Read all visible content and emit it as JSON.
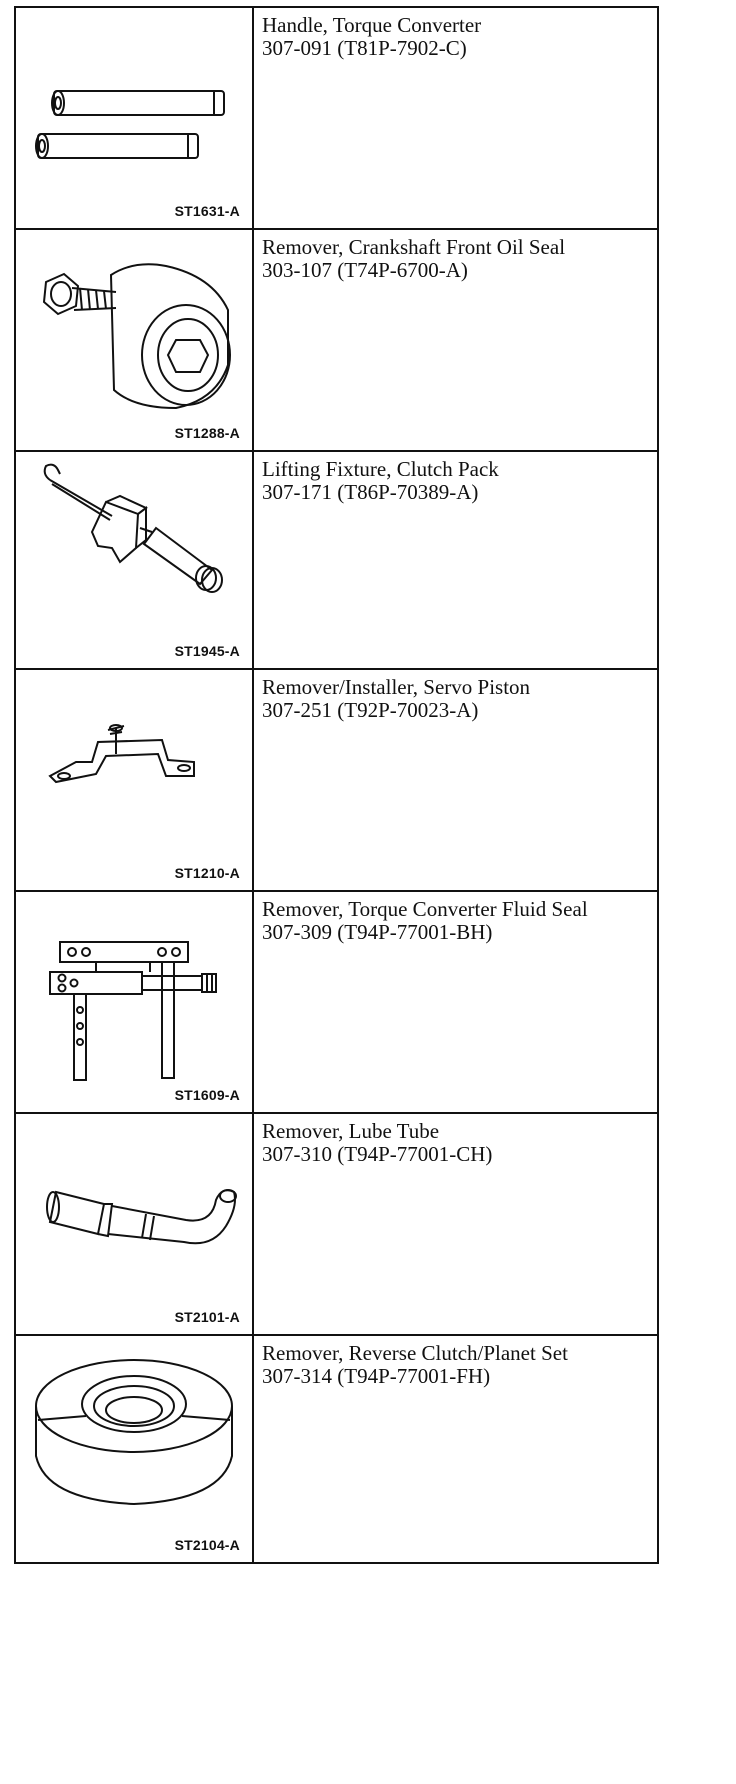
{
  "tools": [
    {
      "name": "Handle, Torque Converter",
      "number": "307-091 (T81P-7902-C)",
      "code": "ST1631-A",
      "icon": "torque-converter-handle-icon"
    },
    {
      "name": "Remover, Crankshaft Front Oil Seal",
      "number": "303-107 (T74P-6700-A)",
      "code": "ST1288-A",
      "icon": "oil-seal-remover-icon"
    },
    {
      "name": "Lifting Fixture, Clutch Pack",
      "number": "307-171 (T86P-70389-A)",
      "code": "ST1945-A",
      "icon": "clutch-pack-lifting-fixture-icon"
    },
    {
      "name": "Remover/Installer, Servo Piston",
      "number": "307-251 (T92P-70023-A)",
      "code": "ST1210-A",
      "icon": "servo-piston-tool-icon"
    },
    {
      "name": "Remover, Torque Converter Fluid Seal",
      "number": "307-309 (T94P-77001-BH)",
      "code": "ST1609-A",
      "icon": "fluid-seal-puller-icon"
    },
    {
      "name": "Remover, Lube Tube",
      "number": "307-310 (T94P-77001-CH)",
      "code": "ST2101-A",
      "icon": "lube-tube-remover-icon"
    },
    {
      "name": "Remover, Reverse Clutch/Planet Set",
      "number": "307-314 (T94P-77001-FH)",
      "code": "ST2104-A",
      "icon": "reverse-clutch-remover-icon"
    }
  ]
}
